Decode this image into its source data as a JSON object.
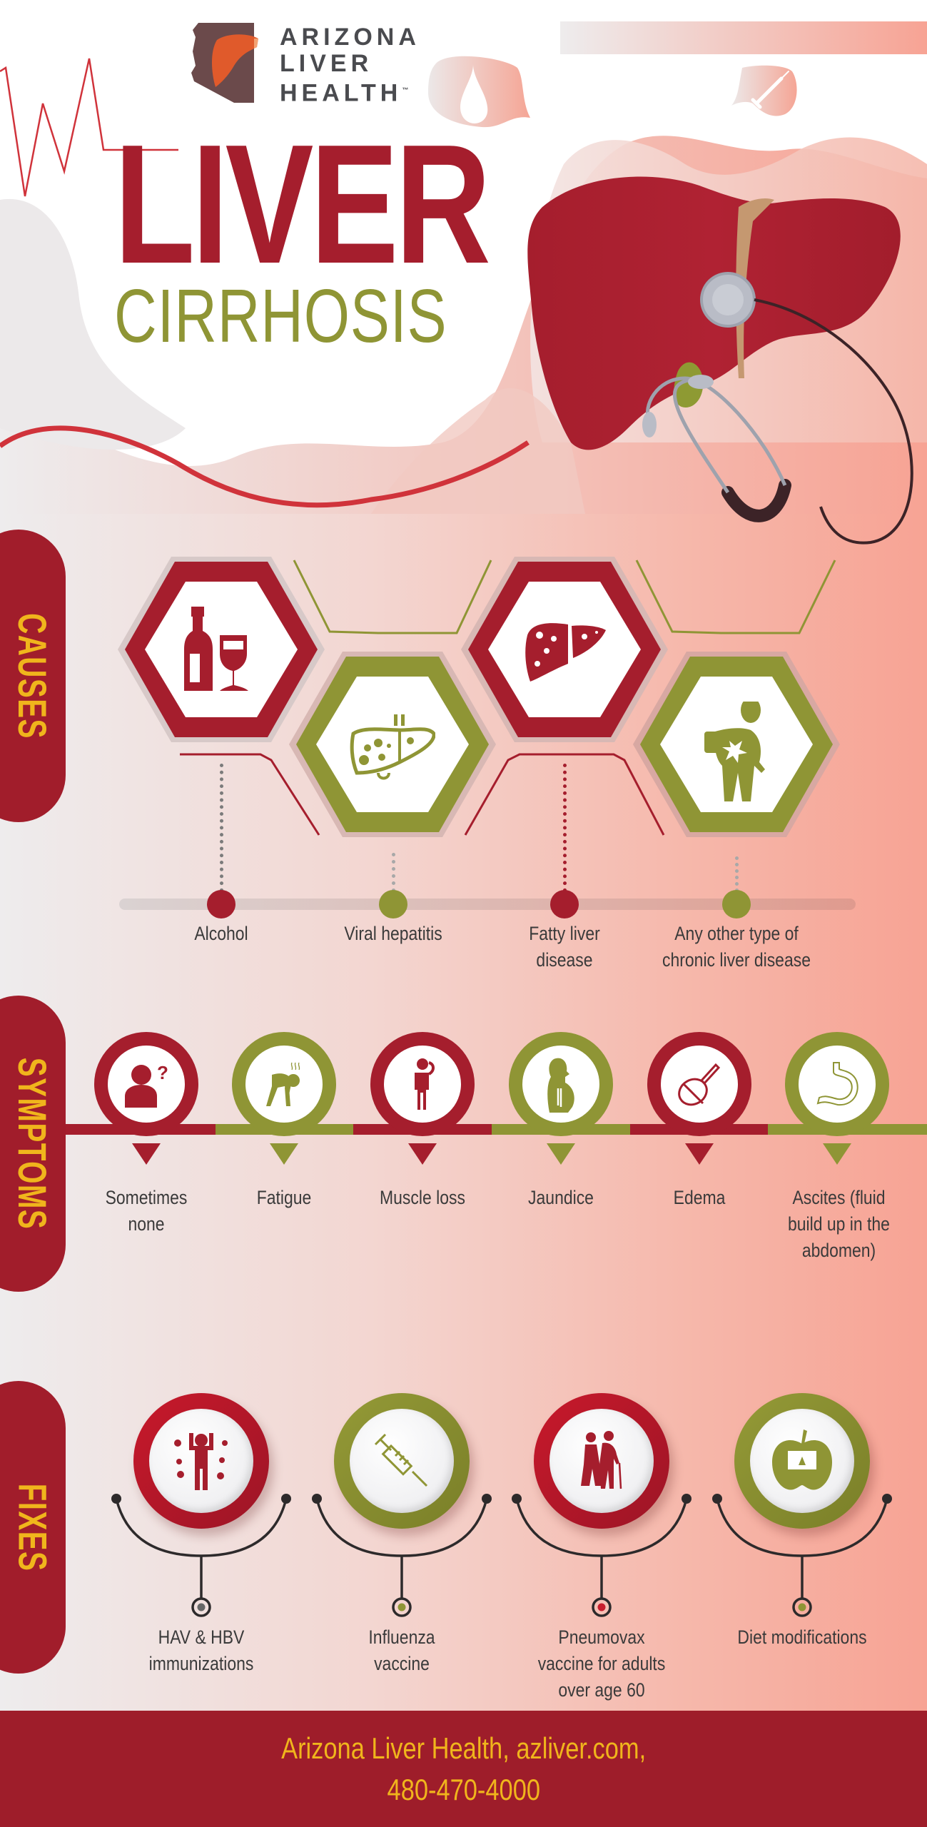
{
  "brand": {
    "logo_lines": [
      "ARIZONA",
      "LIVER",
      "HEALTH"
    ],
    "trademark": "™"
  },
  "title": {
    "line1": "LIVER",
    "line2": "CIRRHOSIS"
  },
  "decor_icons": [
    "blood-drop-icon",
    "syringe-icon",
    "liver-stethoscope-illustration",
    "heartbeat-line"
  ],
  "colors": {
    "primary_red": "#A51E2D",
    "olive": "#8F9535",
    "accent_yellow": "#F0B51C",
    "text_dark": "#3A3A3A",
    "footer_bg": "#9E1D2A"
  },
  "causes": {
    "section_label": "CAUSES",
    "items": [
      {
        "label": "Alcohol",
        "icon": "wine-bottle-glass-icon",
        "color": "red"
      },
      {
        "label": "Viral hepatitis",
        "icon": "infected-liver-icon",
        "color": "olive"
      },
      {
        "label": "Fatty liver disease",
        "icon": "fatty-liver-icon",
        "color": "red"
      },
      {
        "label": "Any other type of chronic liver disease",
        "icon": "person-abdominal-pain-icon",
        "color": "olive"
      }
    ]
  },
  "symptoms": {
    "section_label": "SYMPTOMS",
    "items": [
      {
        "label": "Sometimes none",
        "icon": "person-question-icon",
        "color": "red"
      },
      {
        "label": "Fatigue",
        "icon": "tired-person-icon",
        "color": "olive"
      },
      {
        "label": "Muscle loss",
        "icon": "weak-person-icon",
        "color": "red"
      },
      {
        "label": "Jaundice",
        "icon": "jaundice-body-icon",
        "color": "olive"
      },
      {
        "label": "Edema",
        "icon": "swelling-bulb-icon",
        "color": "red"
      },
      {
        "label": "Ascites (fluid build up in the abdomen)",
        "icon": "stomach-icon",
        "color": "olive"
      }
    ]
  },
  "fixes": {
    "section_label": "FIXES",
    "items": [
      {
        "label": "HAV & HBV immunizations",
        "icon": "immune-person-icon",
        "color": "red"
      },
      {
        "label": "Influenza vaccine",
        "icon": "syringe-icon",
        "color": "olive"
      },
      {
        "label": "Pneumovax vaccine for adults over age 60",
        "icon": "elderly-couple-icon",
        "color": "red"
      },
      {
        "label": "Diet modifications",
        "icon": "apple-scale-icon",
        "color": "olive"
      }
    ]
  },
  "footer": {
    "line1": "Arizona Liver Health, azliver.com,",
    "line2": "480-470-4000"
  }
}
